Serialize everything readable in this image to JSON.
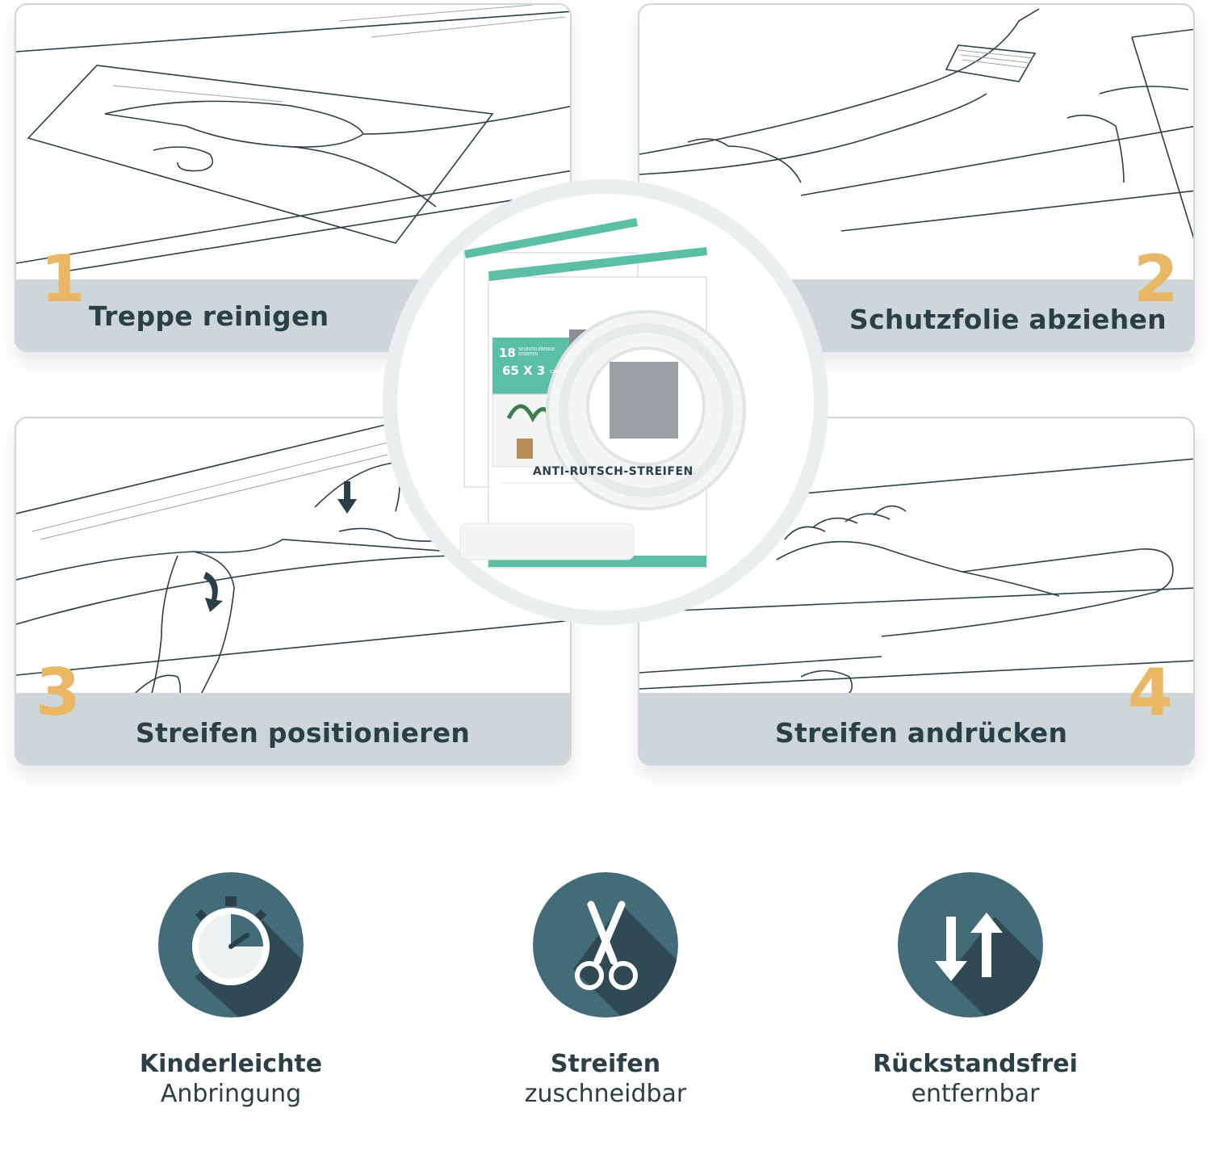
{
  "steps": [
    {
      "number": "1",
      "label": "Treppe reinigen"
    },
    {
      "number": "2",
      "label": "Schutzfolie abziehen"
    },
    {
      "number": "3",
      "label": "Streifen positionieren"
    },
    {
      "number": "4",
      "label": "Streifen andrücken"
    }
  ],
  "product": {
    "box_count": "18",
    "box_count_caption": "SELBSTKLEBENDE STREIFEN",
    "box_size": "65 X 3",
    "box_size_unit": "cm",
    "box_title": "ANTI-RUTSCH-STREIFEN"
  },
  "features": [
    {
      "icon": "stopwatch-icon",
      "title": "Kinderleichte",
      "subtitle": "Anbringung"
    },
    {
      "icon": "scissors-icon",
      "title": "Streifen",
      "subtitle": "zuschneidbar"
    },
    {
      "icon": "arrows-up-down-icon",
      "title": "Rückstandsfrei",
      "subtitle": "entfernbar"
    }
  ],
  "colors": {
    "accent": "#e9b765",
    "band": "#cfd6d9",
    "dark": "#2b3f48",
    "icon_bg": "#446b79",
    "teal": "#5bbfa4"
  }
}
